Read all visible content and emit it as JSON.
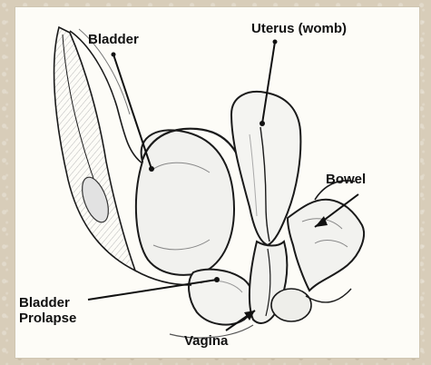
{
  "labels": {
    "bladder": "Bladder",
    "uterus": "Uterus (womb)",
    "bowel": "Bowel",
    "bladder_prolapse_line1": "Bladder",
    "bladder_prolapse_line2": "Prolapse",
    "vagina": "Vagina"
  },
  "colors": {
    "background": "#d8cdb9",
    "paper": "#fdfcf7",
    "ink": "#1a1a1a",
    "shading": "#9a9a9a"
  }
}
